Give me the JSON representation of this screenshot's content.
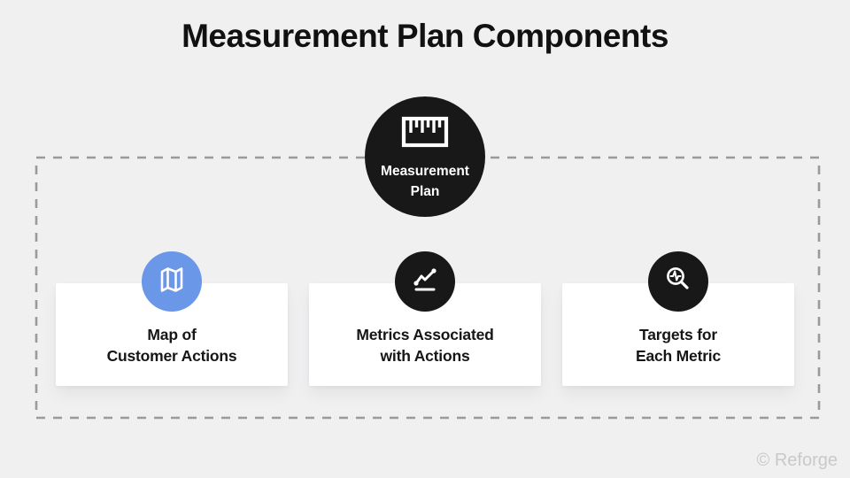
{
  "slide": {
    "title": "Measurement Plan Components",
    "watermark": "© Reforge"
  },
  "center_node": {
    "icon": "ruler-icon",
    "line1": "Measurement",
    "line2": "Plan",
    "bg": "#181818"
  },
  "cards": [
    {
      "icon": "map-icon",
      "line1": "Map of",
      "line2": "Customer Actions",
      "icon_bg": "#6B97E8"
    },
    {
      "icon": "trend-chart-icon",
      "line1": "Metrics Associated",
      "line2": "with Actions",
      "icon_bg": "#181818"
    },
    {
      "icon": "magnifier-pulse-icon",
      "line1": "Targets for",
      "line2": "Each Metric",
      "icon_bg": "#181818"
    }
  ],
  "colors": {
    "background": "#F0F0F1",
    "node_black": "#181818",
    "accent_blue": "#6B97E8",
    "dashed_border": "#9A9A9A",
    "card_bg": "#FFFFFF",
    "text": "#111111",
    "watermark": "#C9C9C9"
  }
}
